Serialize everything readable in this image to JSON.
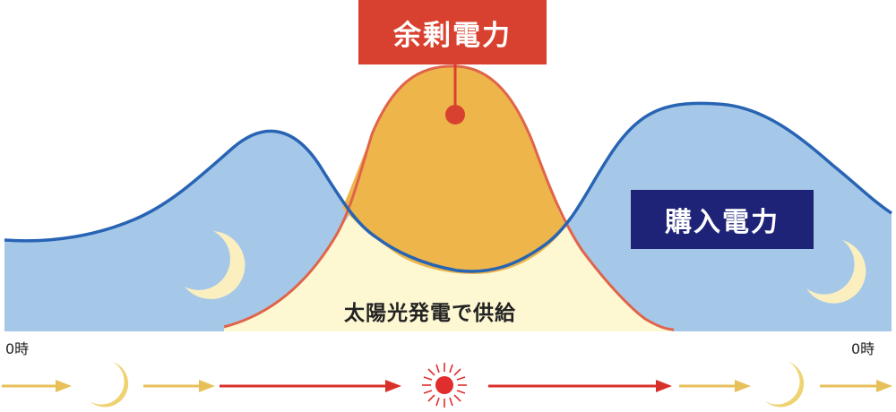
{
  "labels": {
    "surplus_power": "余剰電力",
    "purchased_power": "購入電力",
    "solar_supply": "太陽光発電で供給",
    "time_start": "0時",
    "time_end": "0時"
  },
  "colors": {
    "demand_area": "#a6c8e8",
    "demand_line": "#2864b4",
    "surplus_area": "#edb54a",
    "solar_outline": "#e0644a",
    "solar_supply_area": "#fdf7d2",
    "surplus_box": "#d8412f",
    "purchase_box": "#1e2377",
    "moon": "#efd373",
    "moon_small": "#fbefbf",
    "arrow_yellow": "#e8c05a",
    "arrow_red": "#d8302a",
    "sun": "#e02d2d"
  },
  "icons": {
    "night": "crescent-moon-icon",
    "day": "sun-icon"
  }
}
